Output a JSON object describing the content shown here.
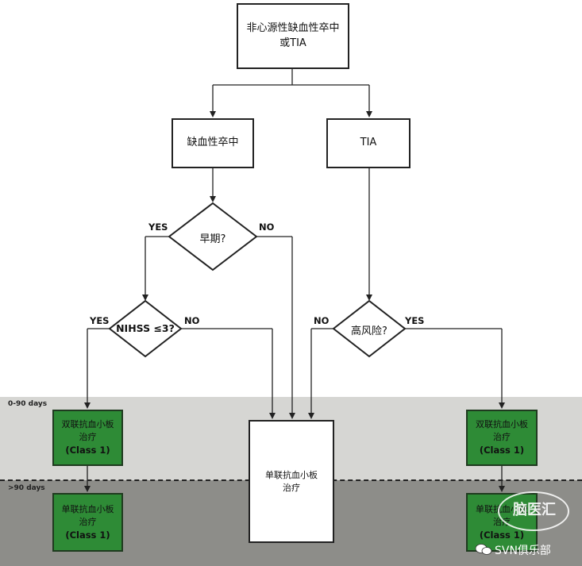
{
  "root": {
    "line1": "非心源性缺血性卒中",
    "line2": "或TIA"
  },
  "stroke_box": "缺血性卒中",
  "tia_box": "TIA",
  "decision_early": "早期?",
  "decision_nihss": "NIHSS ≤3?",
  "decision_highrisk": "高风险?",
  "labels": {
    "yes": "YES",
    "no": "NO"
  },
  "bands": {
    "early": "0-90 days",
    "late": ">90 days"
  },
  "dapt": {
    "line1": "双联抗血小板",
    "line2": "治疗",
    "class": "(Class 1)"
  },
  "sapt": {
    "line1": "单联抗血小板",
    "line2": "治疗",
    "class": "(Class 1)"
  },
  "sapt_center": {
    "line1": "单联抗血小板",
    "line2": "治疗"
  },
  "watermark": {
    "logo": "脑医汇",
    "account": "SVN俱乐部"
  }
}
